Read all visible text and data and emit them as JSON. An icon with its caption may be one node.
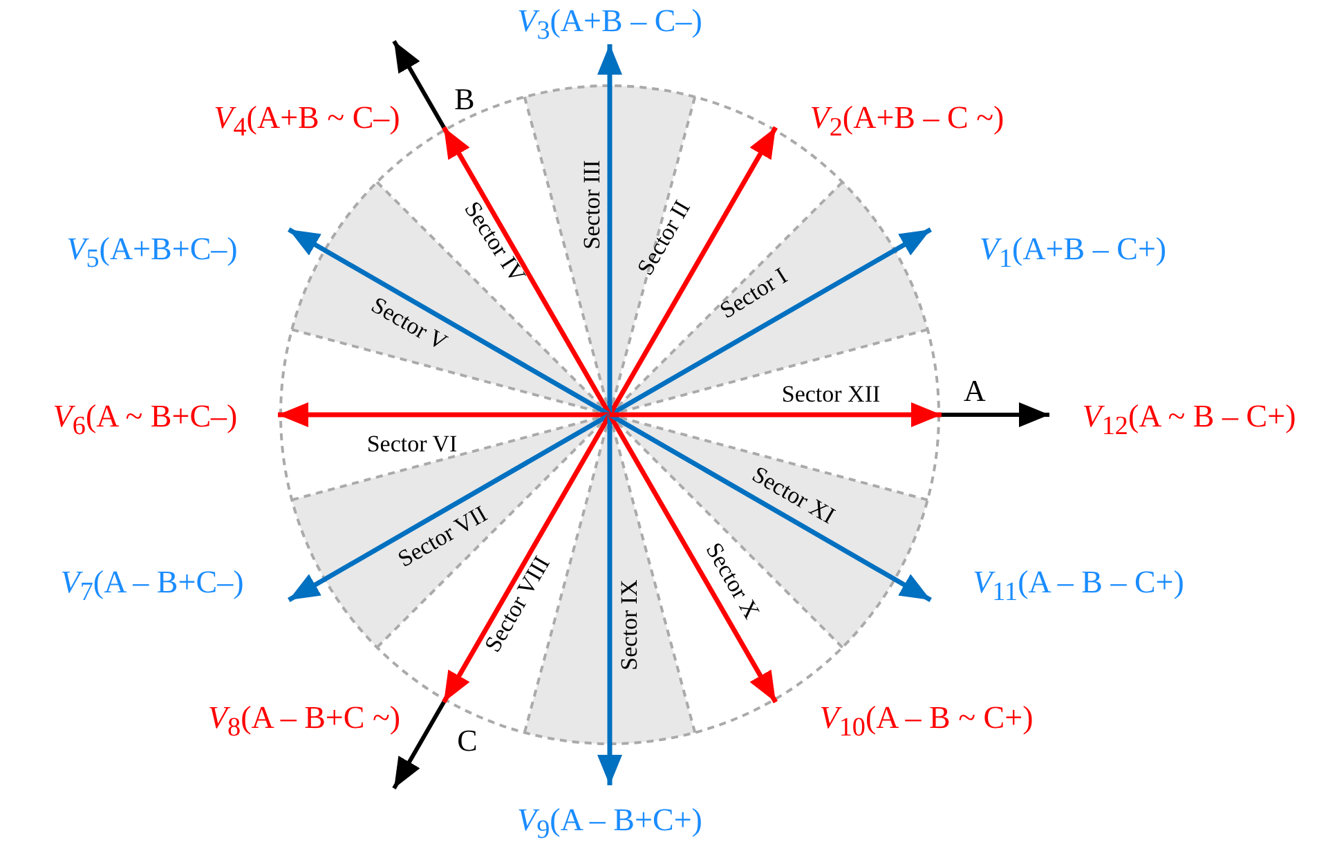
{
  "diagram": {
    "labels": [
      "*V*$_{3}$(A+B – C–)",
      "B",
      "*V*$_{4}$(A+B ~ C–)",
      "*V*$_{2}$(A+B – C ~)",
      "Sector IV",
      "Sector III",
      "Sector II",
      "*V*$_{5}$(A+B+C–)",
      "*V*$_{1}$(A+B – C+)",
      "Sector I",
      "Sector V",
      "Sector XII",
      "A",
      "*V*$_{6}$(A ~ B+C–)",
      "*V*$_{12}$(A ~ B – C+)",
      "Sector VI",
      "Sector XI",
      "Sector VII",
      "*V*$_{7}$(A – B+C–)",
      "*V*$_{11}$(A – B – C+)",
      "Sector VIII",
      "Sector IX",
      "Sector X",
      "*V*$_{8}$(A – B+C ~)",
      "*V*$_{10}$(A – B ~ C+)",
      "C",
      "*V*$_{9}$(A – B+C+)"
    ]
  }
}
